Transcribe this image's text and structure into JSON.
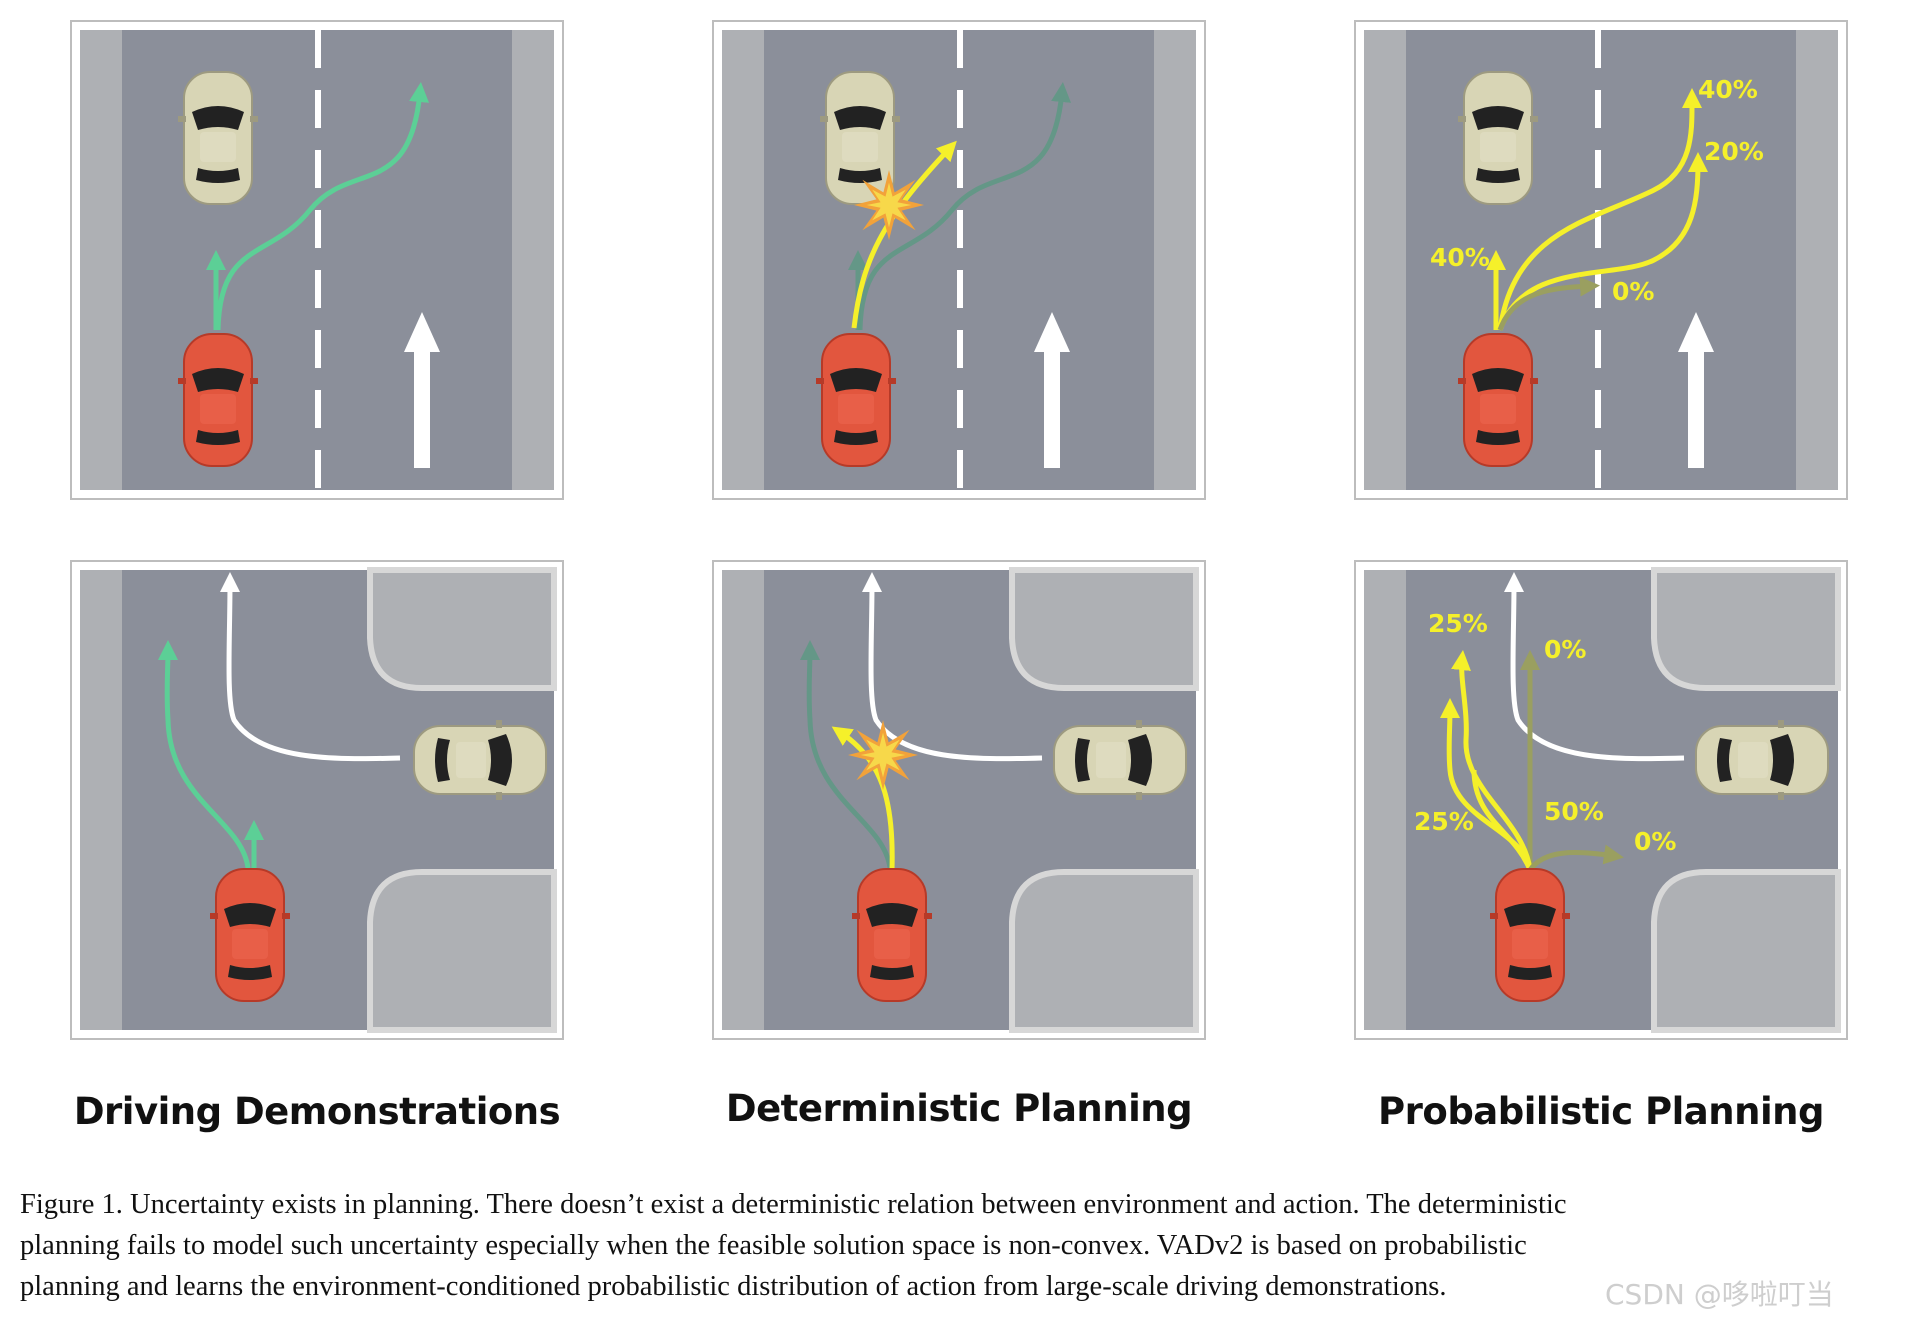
{
  "figure": {
    "columns": [
      {
        "title": "Driving Demonstrations"
      },
      {
        "title": "Deterministic Planning"
      },
      {
        "title": "Probabilistic Planning"
      }
    ],
    "top_row_labels": {
      "p1": "40%",
      "p2": "20%",
      "p3": "40%",
      "p4": "0%"
    },
    "bottom_row_labels": {
      "p1": "25%",
      "p2": "0%",
      "p3": "50%",
      "p4": "0%",
      "p5": "25%"
    },
    "colors": {
      "road": "#8b8f9a",
      "curb": "#aeb0b4",
      "ego_car": "#e2563e",
      "other_car": "#d8d5b5",
      "demo_path": "#5ccf96",
      "plan_path": "#f5f02a",
      "faded_path": "#9a9f60"
    }
  },
  "caption": {
    "line1": "Figure 1. Uncertainty exists in planning.  There doesn’t exist a deterministic relation between environment and action.  The deterministic",
    "line2": "planning fails to model such uncertainty especially when the feasible solution space is non-convex.  VADv2 is based on probabilistic",
    "line3": "planning and learns the environment-conditioned probabilistic distribution of action from large-scale driving demonstrations."
  },
  "watermark": "CSDN @哆啦叮当"
}
